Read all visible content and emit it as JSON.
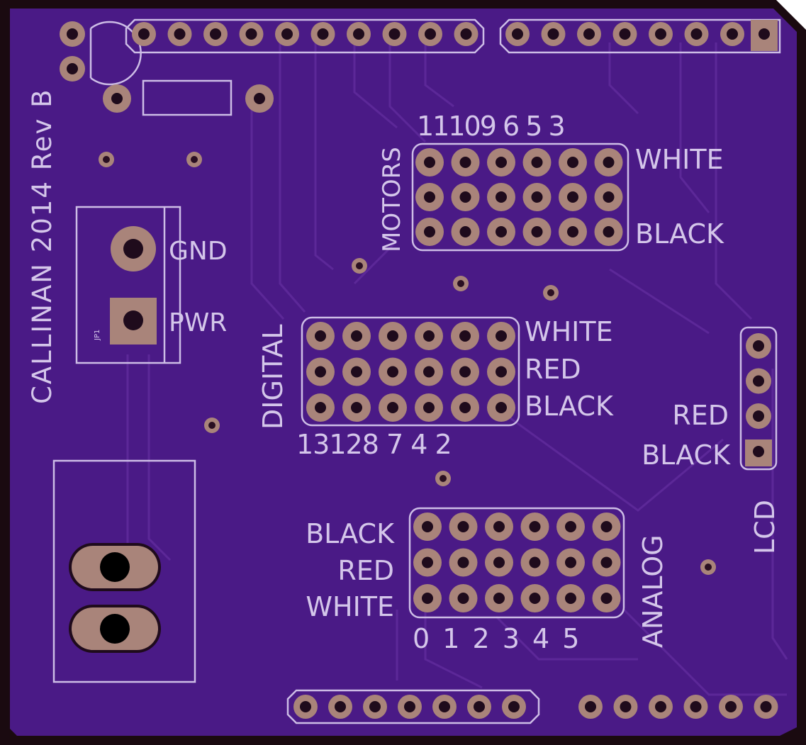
{
  "board": {
    "edge_color": "#1a0a10",
    "board_color": "#4a1a86",
    "copper_color": "#a9847a",
    "silk_color": "#cdbde6",
    "title": "CALLINAN 2014 Rev B"
  },
  "power": {
    "gnd_label": "GND",
    "pwr_label": "PWR",
    "part_name": "JP1"
  },
  "motors": {
    "section_label": "MOTORS",
    "pin_numbers": "11109 6 5 3",
    "row_labels": [
      "WHITE",
      "BLACK"
    ]
  },
  "digital": {
    "section_label": "DIGITAL",
    "pin_numbers": "13128 7 4 2",
    "row_labels": [
      "WHITE",
      "RED",
      "BLACK"
    ]
  },
  "analog": {
    "section_label": "ANALOG",
    "pin_numbers": "0 1 2 3 4 5",
    "row_labels": [
      "BLACK",
      "RED",
      "WHITE"
    ]
  },
  "lcd": {
    "section_label": "LCD",
    "row_labels": [
      "RED",
      "BLACK"
    ]
  }
}
